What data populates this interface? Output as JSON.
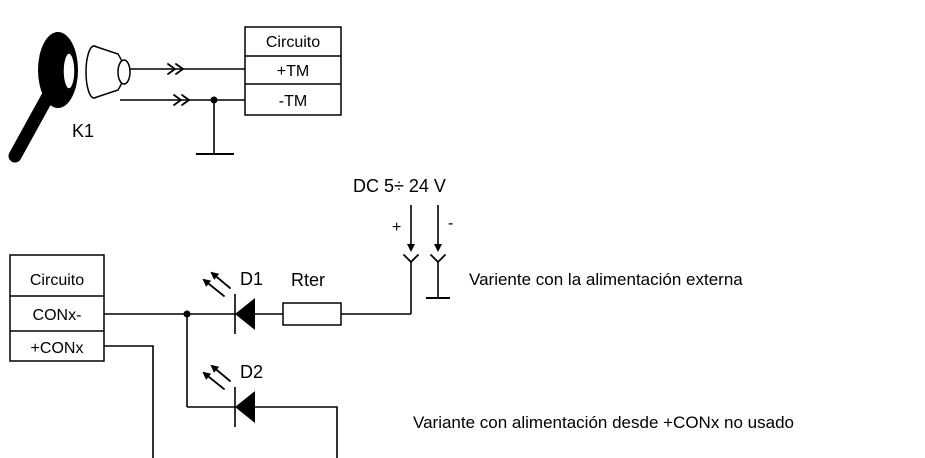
{
  "top_circuit": {
    "header": "Circuito",
    "pin_plus": "+TM",
    "pin_minus": "-TM"
  },
  "key_label": "K1",
  "supply": {
    "label": "DC 5÷ 24 V",
    "plus": "+",
    "minus": "-"
  },
  "bottom_circuit": {
    "header": "Circuito",
    "pin_1": "CONx-",
    "pin_2": "+CONx"
  },
  "components": {
    "led1": "D1",
    "resistor": "Rter",
    "led2": "D2"
  },
  "notes": {
    "external_supply": "Variente con la alimentación externa",
    "internal_supply": "Variante con alimentación desde +CONx no usado"
  }
}
